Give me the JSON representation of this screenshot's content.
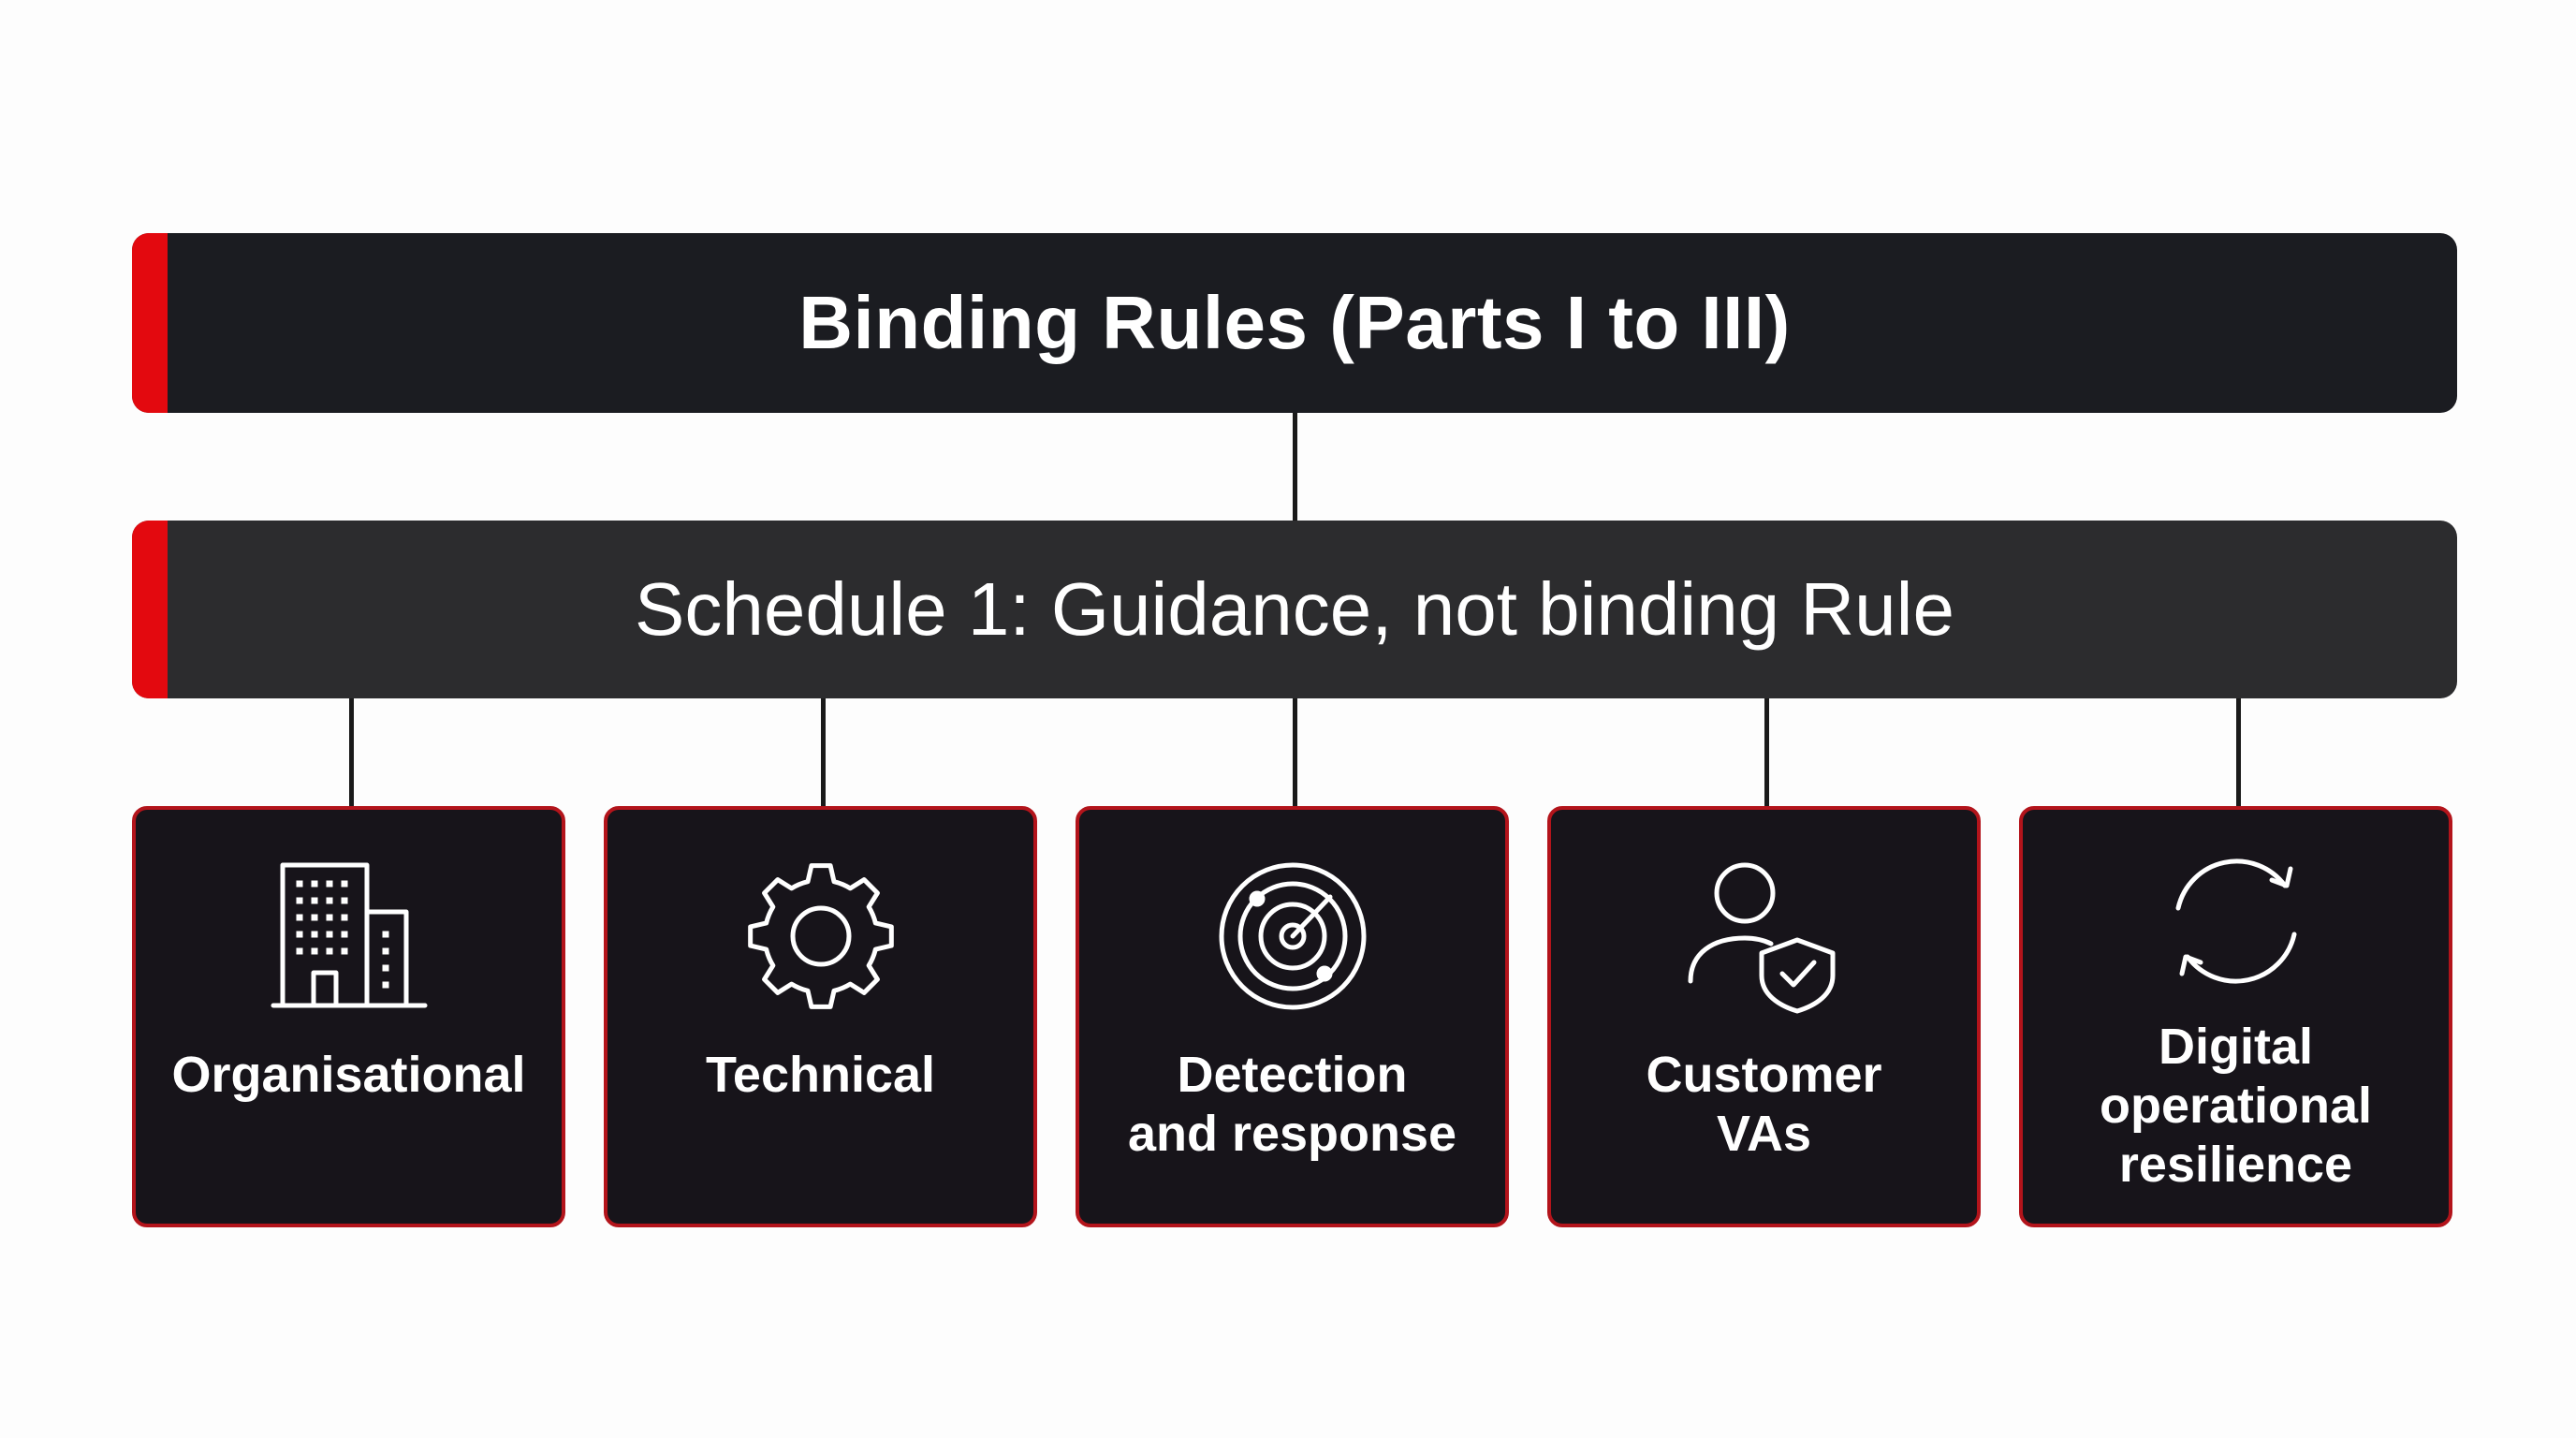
{
  "colors": {
    "accent_red": "#e3090f",
    "top_bar_bg": "#1b1c21",
    "mid_bar_bg": "#2c2c2e",
    "box_bg": "#17141a",
    "box_border": "#b3141b"
  },
  "top_bar": {
    "title": "Binding Rules (Parts I to III)"
  },
  "mid_bar": {
    "subtitle": "Schedule 1: Guidance, not binding Rule"
  },
  "boxes": [
    {
      "label": "Organisational",
      "icon": "building-icon"
    },
    {
      "label": "Technical",
      "icon": "gear-icon"
    },
    {
      "label": "Detection\nand response",
      "icon": "radar-icon"
    },
    {
      "label": "Customer\nVAs",
      "icon": "user-shield-icon"
    },
    {
      "label": "Digital\noperational\nresilience",
      "icon": "refresh-cycle-icon"
    }
  ]
}
